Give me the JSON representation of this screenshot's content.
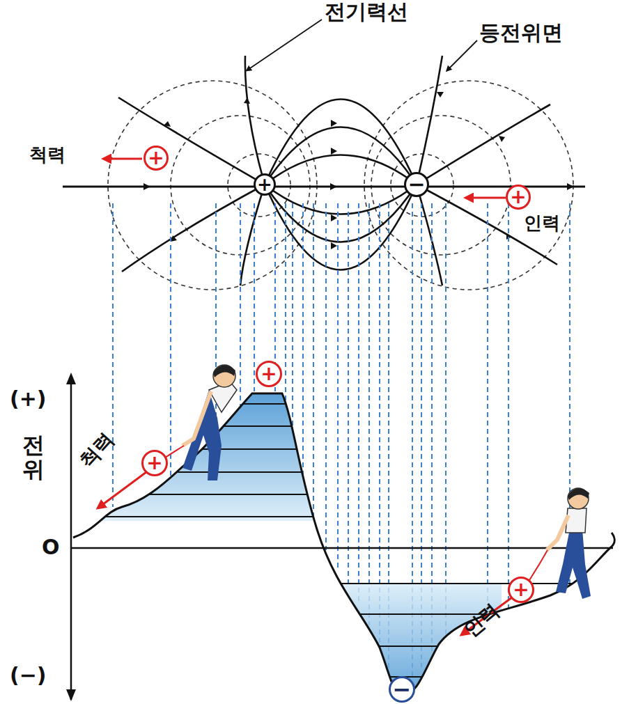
{
  "diagram": {
    "nodes": [
      {
        "text": [
          "+"
        ]
      },
      {
        "text": [
          "+"
        ]
      },
      {
        "text": [
          "−"
        ]
      },
      {
        "text": [
          "+"
        ]
      },
      {
        "text": [
          "+"
        ]
      },
      {
        "text": [
          "+"
        ]
      },
      {
        "text": [
          "+"
        ]
      },
      {
        "text": [
          "−"
        ]
      }
    ],
    "labels": [
      "전기력선",
      "등전위면",
      "척력",
      "인력",
      "(+)",
      "전위",
      "O",
      "(−)",
      "척력",
      "인력"
    ]
  }
}
